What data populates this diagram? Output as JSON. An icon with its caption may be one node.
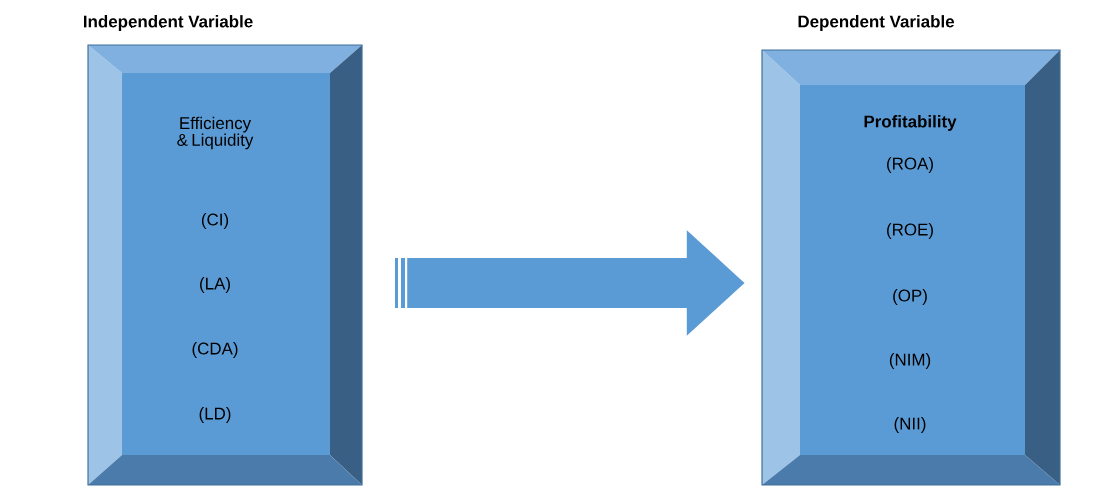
{
  "diagram": {
    "nodes": [
      {
        "text": [
          "Efficiency & Liquidity",
          "(CI)",
          "(LA)",
          "(CDA)",
          "(LD)"
        ],
        "beside": [
          "Independent Variable"
        ]
      },
      {
        "text": [
          "Profitability",
          "(ROA)",
          "(ROE)",
          "(OP)",
          "(NIM)",
          "(NII)"
        ],
        "beside": [
          "Dependent Variable"
        ]
      }
    ],
    "edges": [
      {
        "from": 0,
        "to": 1,
        "arrow": "to"
      }
    ]
  }
}
